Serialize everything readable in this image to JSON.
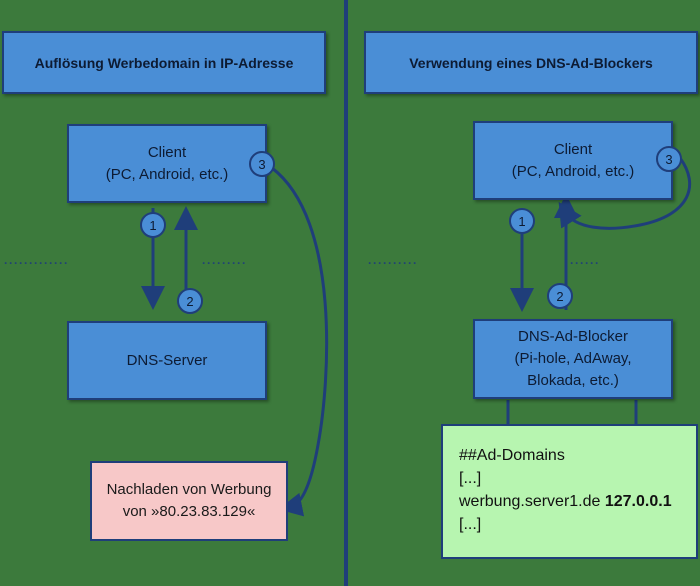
{
  "left": {
    "header": "Auflösung Werbedomain in IP-Adresse",
    "client_title": "Client",
    "client_sub": "(PC, Android, etc.)",
    "server": "DNS-Server",
    "result_line1": "Nachladen von Werbung",
    "result_line2": "von »80.23.83.129«",
    "step1": "1",
    "step2": "2",
    "step3": "3"
  },
  "right": {
    "header": "Verwendung eines DNS-Ad-Blockers",
    "client_title": "Client",
    "client_sub": "(PC, Android, etc.)",
    "blocker_line1": "DNS-Ad-Blocker",
    "blocker_line2": "(Pi-hole, AdAway,",
    "blocker_line3": "Blokada, etc.)",
    "list_line1": "##Ad-Domains",
    "list_line2": "[...]",
    "list_line3_host": "werbung.server1.de ",
    "list_line3_ip": "127.0.0.1",
    "list_line4": "[...]",
    "step1": "1",
    "step2": "2",
    "step3": "3"
  },
  "colors": {
    "background": "#3c7a3c",
    "box_fill": "#4a8ed6",
    "line": "#1f3e7a",
    "result_fill": "#f7c8c8",
    "list_fill": "#b7f5b0"
  }
}
